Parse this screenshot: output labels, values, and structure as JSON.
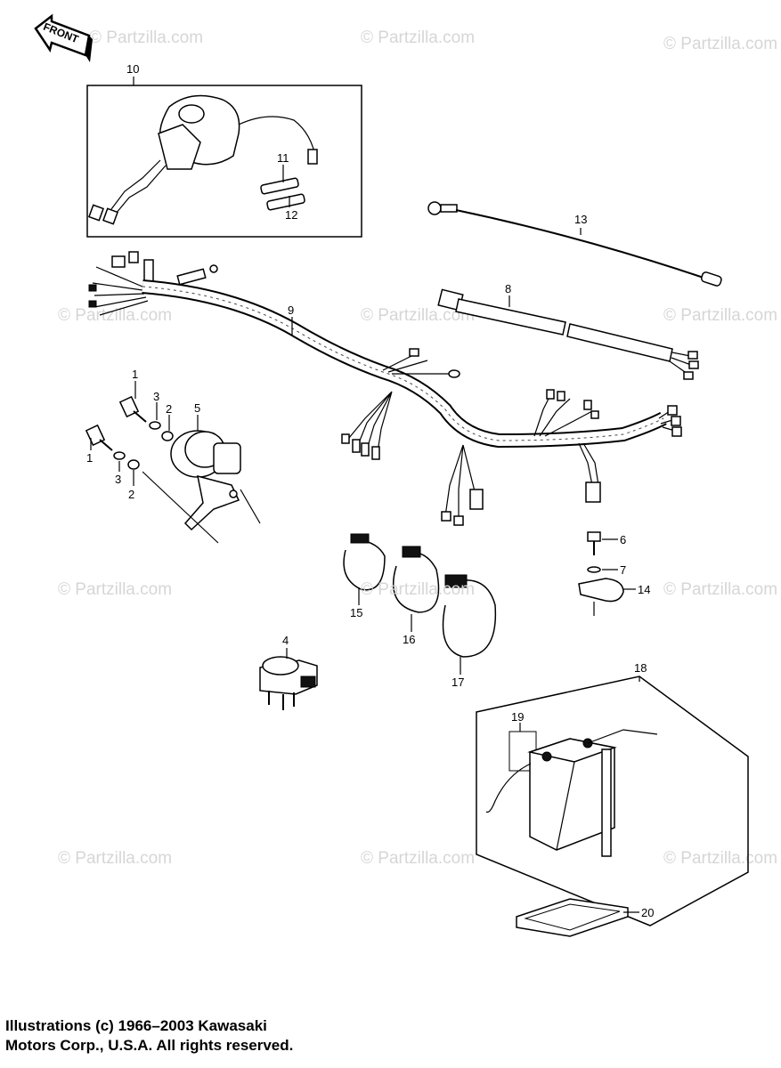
{
  "front_label": "FRONT",
  "watermark": "© Partzilla.com",
  "parts": {
    "p1a": "1",
    "p1b": "1",
    "p2a": "2",
    "p2b": "2",
    "p3a": "3",
    "p3b": "3",
    "p4": "4",
    "p5": "5",
    "p6": "6",
    "p7": "7",
    "p8": "8",
    "p9": "9",
    "p10": "10",
    "p11": "11",
    "p12": "12",
    "p13": "13",
    "p14": "14",
    "p15": "15",
    "p16": "16",
    "p17": "17",
    "p18": "18",
    "p19": "19",
    "p20": "20"
  },
  "copyright": {
    "line1": "Illustrations (c) 1966–2003 Kawasaki",
    "line2": "Motors Corp., U.S.A.  All rights reserved."
  }
}
